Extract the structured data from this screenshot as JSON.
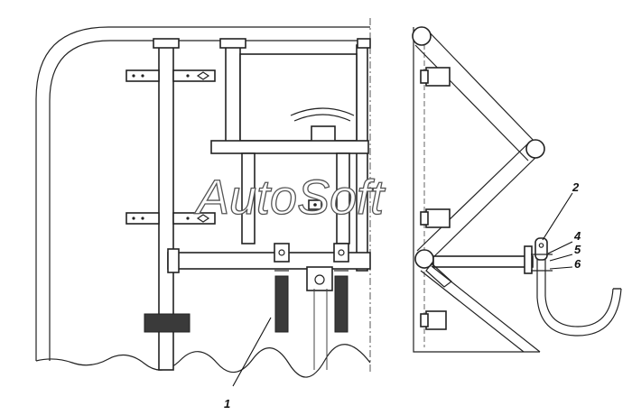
{
  "callouts": {
    "c1": "1",
    "c2": "2",
    "c4": "4",
    "c5": "5",
    "c6": "6"
  },
  "watermark": "AutoSoft"
}
